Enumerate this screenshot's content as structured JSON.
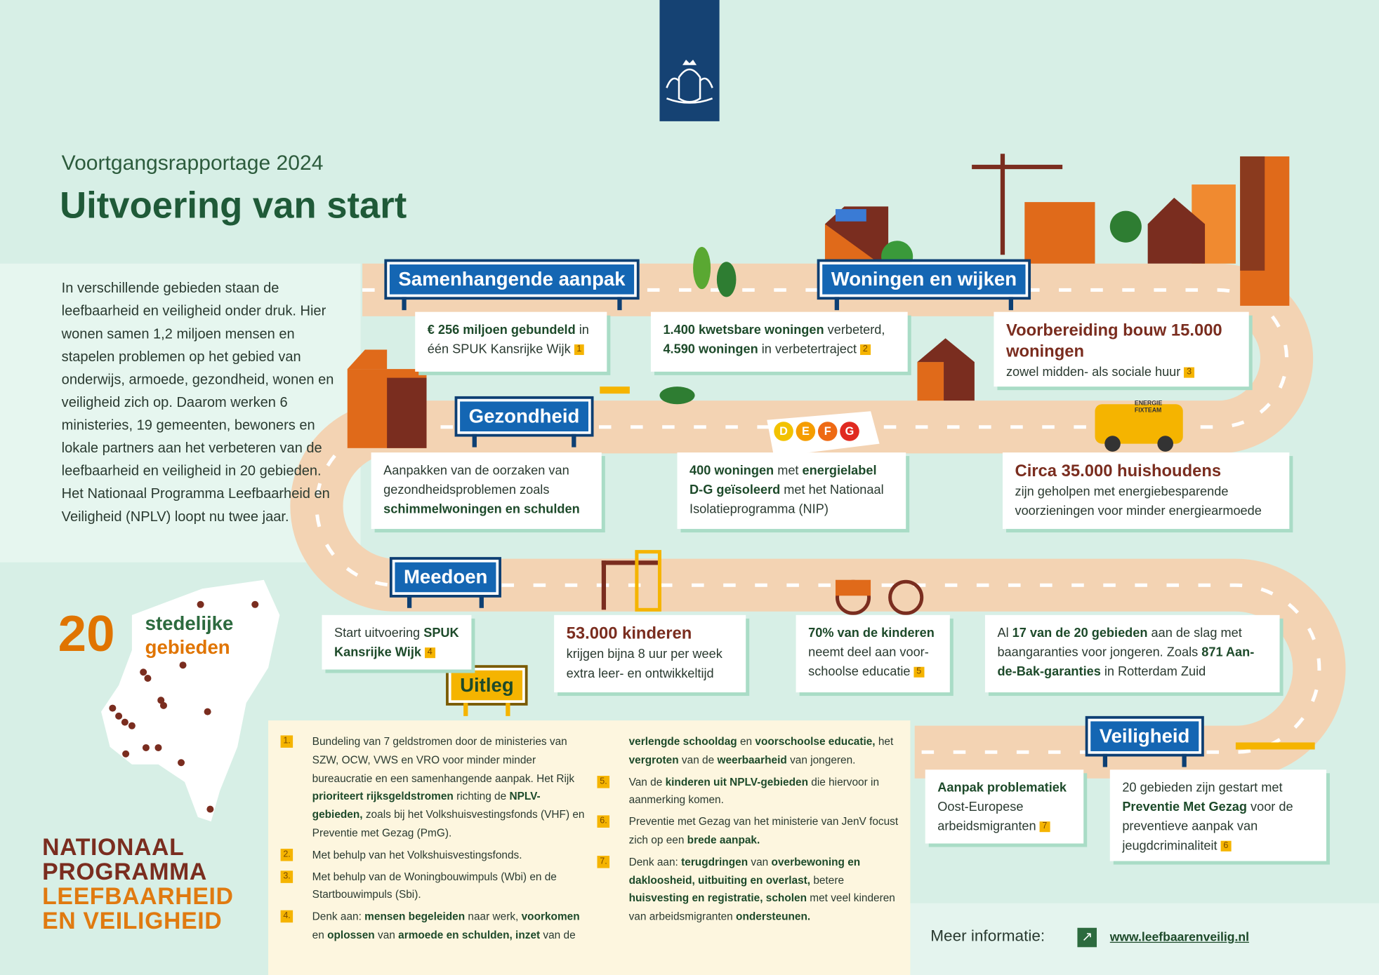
{
  "header": {
    "kicker": "Voortgangsrapportage 2024",
    "title": "Uitvoering van start"
  },
  "intro": "In verschillende gebieden staan de leefbaarheid en veiligheid onder druk. Hier wonen samen 1,2 miljoen mensen en stapelen problemen op het gebied van onderwijs, armoede, gezondheid, wonen en veiligheid zich op. Daarom werken 6 ministeries, 19 gemeenten, bewoners en lokale partners aan het verbeteren van de leefbaarheid en veiligheid in 20 gebieden. Het Nationaal Programma Leefbaarheid en Veiligheid (NPLV) loopt nu twee jaar.",
  "signs": {
    "samenhangend": "Samenhangende aanpak",
    "woningen": "Woningen en wijken",
    "gezondheid": "Gezondheid",
    "meedoen": "Meedoen",
    "veiligheid": "Veiligheid",
    "uitleg": "Uitleg"
  },
  "energy_labels": [
    "D",
    "E",
    "F",
    "G"
  ],
  "energy_colors": [
    "#f2c200",
    "#f59d00",
    "#ee6a14",
    "#e02a20"
  ],
  "van_label": "ENERGIE FIXTEAM",
  "cards": [
    {
      "seg": [
        {
          "t": "€ 256 miljoen gebundeld",
          "b": true
        },
        {
          "t": " in één SPUK Kansrijke Wijk"
        }
      ],
      "badge": "1"
    },
    {
      "seg": [
        {
          "t": "1.400 kwetsbare woningen",
          "b": true
        },
        {
          "t": " verbeterd, "
        },
        {
          "t": "4.590 woningen",
          "b": true
        },
        {
          "t": " in verbetertraject"
        }
      ],
      "badge": "2"
    },
    {
      "head": "Voorbereiding bouw 15.000 woningen",
      "seg": [
        {
          "t": "zowel midden- als sociale huur"
        }
      ],
      "badge": "3"
    },
    {
      "seg": [
        {
          "t": "Aanpakken van de oorzaken van gezondheidsproblemen zoals "
        },
        {
          "t": "schimmelwoningen en schulden",
          "b": true
        }
      ]
    },
    {
      "seg": [
        {
          "t": "400 woningen",
          "b": true
        },
        {
          "t": " met "
        },
        {
          "t": "energielabel D-G geïsoleerd",
          "b": true
        },
        {
          "t": " met het Nationaal Isolatieprogramma (NIP)"
        }
      ]
    },
    {
      "head": "Circa 35.000 huishoudens",
      "seg": [
        {
          "t": "zijn geholpen met energiebesparende voorzieningen voor minder energiearmoede"
        }
      ]
    },
    {
      "seg": [
        {
          "t": "Start uitvoering "
        },
        {
          "t": "SPUK Kansrijke Wijk",
          "b": true
        }
      ],
      "badge": "4"
    },
    {
      "head": "53.000 kinderen",
      "seg": [
        {
          "t": "krijgen bijna 8 uur per week extra leer- en ontwikkeltijd"
        }
      ]
    },
    {
      "seg": [
        {
          "t": "70% van de kinderen",
          "b": true
        },
        {
          "t": " neemt deel aan voor-schoolse educatie"
        }
      ],
      "badge": "5"
    },
    {
      "seg": [
        {
          "t": "Al "
        },
        {
          "t": "17 van de 20 gebieden",
          "b": true
        },
        {
          "t": " aan de slag met baangaranties voor jongeren. Zoals "
        },
        {
          "t": "871 Aan-de-Bak-garanties",
          "b": true
        },
        {
          "t": " in Rotterdam Zuid"
        }
      ]
    },
    {
      "seg": [
        {
          "t": "Aanpak problematiek",
          "b": true
        },
        {
          "t": " Oost-Europese arbeidsmigranten"
        }
      ],
      "badge": "7"
    },
    {
      "seg": [
        {
          "t": "20 gebieden zijn gestart met "
        },
        {
          "t": "Preventie Met Gezag",
          "b": true
        },
        {
          "t": " voor de preventieve aanpak van jeugdcriminaliteit"
        }
      ],
      "badge": "6"
    }
  ],
  "areas": {
    "number": "20",
    "line1": "stedelijke",
    "line2": "gebieden"
  },
  "program": {
    "line1": "NATIONAAL",
    "line2": "PROGRAMMA",
    "line3": "LEEFBAARHEID",
    "line4": "EN VEILIGHEID"
  },
  "notes": [
    {
      "n": "1.",
      "seg": [
        {
          "t": "Bundeling van 7 geldstromen door de ministeries van SZW, OCW, VWS en VRO voor minder minder bureaucratie en een samenhangende aanpak. Het Rijk "
        },
        {
          "t": "prioriteert rijksgeldstromen",
          "b": true
        },
        {
          "t": " richting de "
        },
        {
          "t": "NPLV-gebieden,",
          "b": true
        },
        {
          "t": " zoals bij het Volkshuisvestingsfonds (VHF) en Preventie met Gezag (PmG)."
        }
      ]
    },
    {
      "n": "2.",
      "seg": [
        {
          "t": "Met behulp van het Volkshuisvestingsfonds."
        }
      ]
    },
    {
      "n": "3.",
      "seg": [
        {
          "t": "Met behulp van de Woningbouwimpuls (Wbi) en de Startbouwimpuls (Sbi)."
        }
      ]
    },
    {
      "n": "4.",
      "seg": [
        {
          "t": "Denk aan: "
        },
        {
          "t": "mensen begeleiden",
          "b": true
        },
        {
          "t": " naar werk, "
        },
        {
          "t": "voorkomen",
          "b": true
        },
        {
          "t": " en "
        },
        {
          "t": "oplossen",
          "b": true
        },
        {
          "t": " van "
        },
        {
          "t": "armoede en schulden, inzet",
          "b": true
        },
        {
          "t": " van de "
        },
        {
          "t": "verlengde schooldag",
          "b": true
        },
        {
          "t": " en "
        },
        {
          "t": "voorschoolse educatie,",
          "b": true
        },
        {
          "t": " het "
        },
        {
          "t": "vergroten",
          "b": true
        },
        {
          "t": " van de "
        },
        {
          "t": "weerbaarheid",
          "b": true
        },
        {
          "t": " van jongeren."
        }
      ]
    },
    {
      "n": "5.",
      "seg": [
        {
          "t": "Van de "
        },
        {
          "t": "kinderen uit NPLV-gebieden",
          "b": true
        },
        {
          "t": " die hiervoor in aanmerking komen."
        }
      ]
    },
    {
      "n": "6.",
      "seg": [
        {
          "t": "Preventie met Gezag van het ministerie van JenV focust zich op een "
        },
        {
          "t": "brede aanpak.",
          "b": true
        }
      ]
    },
    {
      "n": "7.",
      "seg": [
        {
          "t": "Denk aan: "
        },
        {
          "t": "terugdringen",
          "b": true
        },
        {
          "t": " van "
        },
        {
          "t": "overbewoning en dakloosheid, uitbuiting en overlast,",
          "b": true
        },
        {
          "t": " betere "
        },
        {
          "t": "huisvesting en registratie, scholen",
          "b": true
        },
        {
          "t": " met veel kinderen van arbeidsmigranten "
        },
        {
          "t": "ondersteunen.",
          "b": true
        }
      ]
    }
  ],
  "footer": {
    "label": "Meer informatie:",
    "link": "www.leefbaarenveilig.nl"
  },
  "colors": {
    "sign_blue": "#1466b3",
    "rijk_blue": "#154273",
    "orange": "#e07400",
    "maroon": "#7a2d1f",
    "road": "#f3d3b3"
  }
}
